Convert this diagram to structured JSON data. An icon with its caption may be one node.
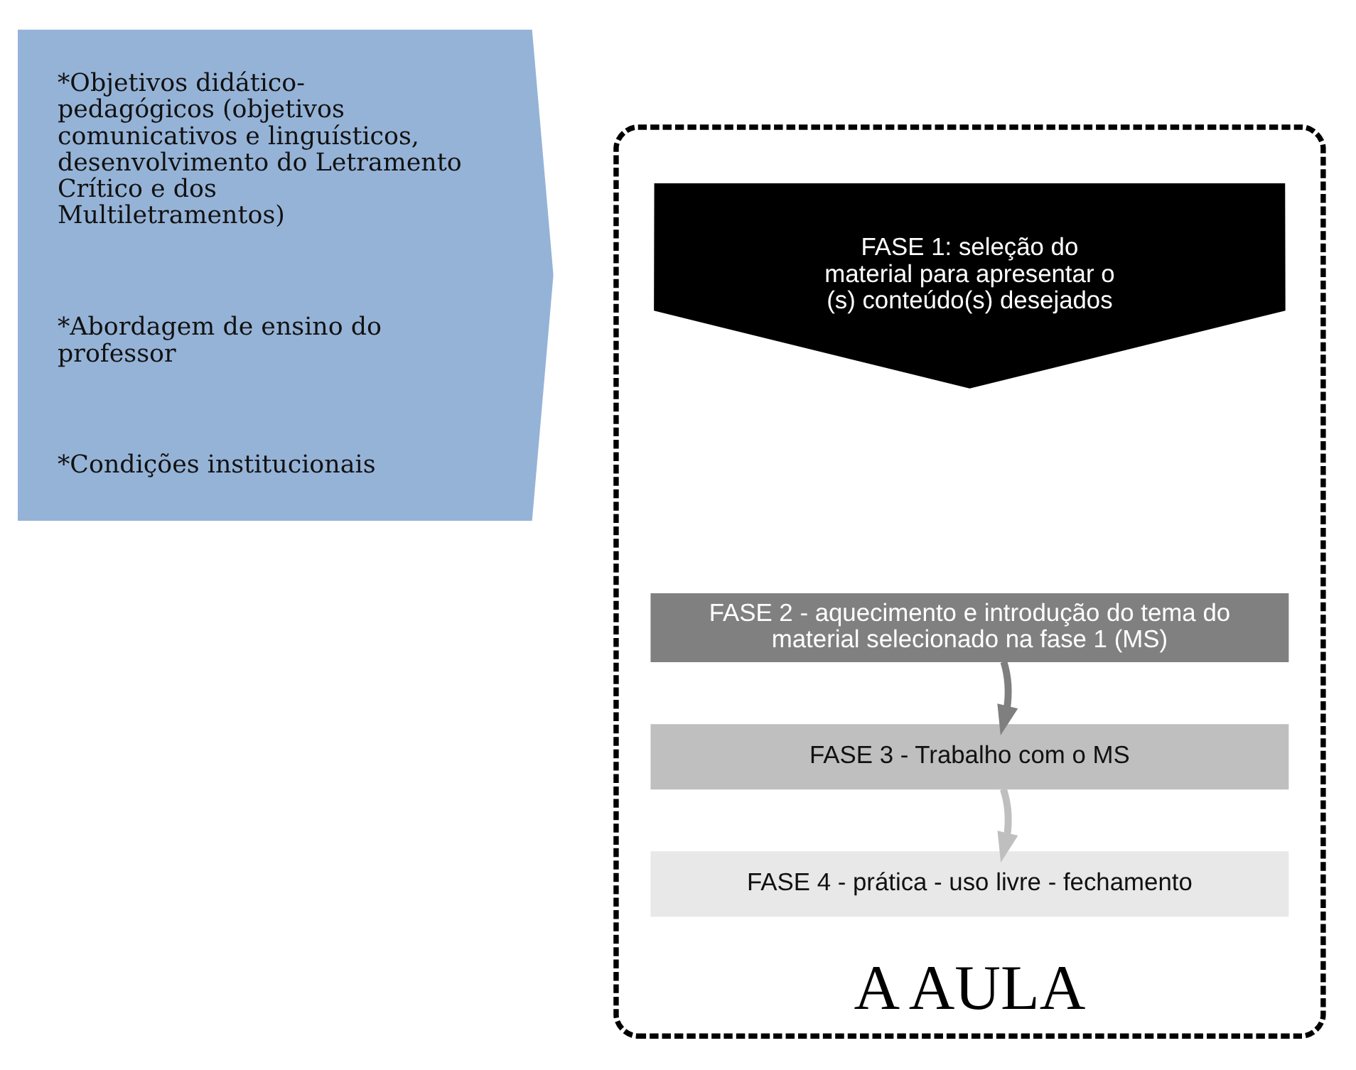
{
  "diagram": {
    "nodes": [
      {
        "text": [
          "*Objetivos didático-pedagógicos (objetivos comunicativos e linguísticos, desenvolvimento do Letramento Crítico e dos Multiletramentos)",
          "*Abordagem de ensino do professor",
          "*Condições institucionais"
        ]
      },
      {
        "text": [
          "A AULA"
        ]
      },
      {
        "text": [
          "FASE 1: seleção do material para apresentar o (s) conteúdo(s) desejados"
        ],
        "in": 1
      },
      {
        "text": [
          "FASE 2 - aquecimento e introdução do tema do material selecionado na fase 1 (MS)"
        ],
        "in": 1
      },
      {
        "text": [
          "FASE 3 - Trabalho com o MS"
        ],
        "in": 1
      },
      {
        "text": [
          "FASE 4 - prática - uso livre - fechamento"
        ],
        "in": 1
      }
    ],
    "edges": [
      {
        "from": 3,
        "to": 4,
        "arrow": "to",
        "color": "#7f7f7f"
      },
      {
        "from": 4,
        "to": 5,
        "arrow": "to",
        "color": "#bfbfbf"
      }
    ]
  }
}
